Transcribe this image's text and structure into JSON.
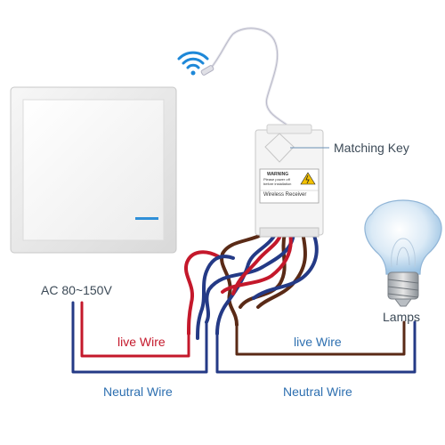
{
  "labels": {
    "matching_key": "Matching Key",
    "ac_source": "AC 80~150V",
    "live_wire_left": "live Wire",
    "live_wire_right": "live Wire",
    "neutral_wire_left": "Neutral Wire",
    "neutral_wire_right": "Neutral Wire",
    "lamps": "Lamps"
  },
  "receiver": {
    "warning_title": "WARNING",
    "warning_line1": "Please power off",
    "warning_line2": "before installation",
    "name": "Wireless Receiver"
  },
  "icons": {
    "signal": "wifi-signal-icon",
    "bulb": "light-bulb-icon",
    "hazard": "high-voltage-warning-icon"
  },
  "colors": {
    "live_wire": "#c4182b",
    "neutral_wire": "#243a86",
    "brown_wire": "#5a2a16",
    "label_blue": "#2d6fb0",
    "label_text": "#3c4a57",
    "signal_blue": "#1e88d8"
  }
}
